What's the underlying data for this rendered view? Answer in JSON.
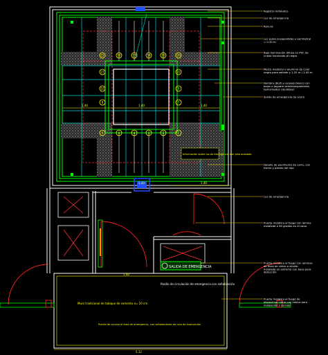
{
  "drawing": {
    "callouts": [
      "Registro hidráulico",
      "Luz de emergencia",
      "Ranura",
      "Luz pulso (suspendida) y perimetral = 0.30 m",
      "Bajo iluminación difusa en PVC de cristal iluminado al negro",
      "Marco metálico o aluminio de color negro para sellado y 1.25 m / 2.40 m",
      "Nombre (Bolt) y azulejo blanco con bajos o jaguare semitransparentes texturizados Liquidaser",
      "Salida de emergencia de acero",
      "Detalle de pavimento de carro, con tramo y piezas del rojo",
      "Luz de emergencia",
      "Puerta metálica al fuego con lamina instalada a 90 grados en el vano",
      "Puerta metálica al fuego con laminas de fibra de vidrio o similar instalada en extremo con base para detección",
      "Puerta metálica al fuego de dispositivo vidrio con marco para instalación y cerrojo"
    ],
    "dimensions": {
      "left_dim": "1.40",
      "center_dim": "1.40",
      "right_dim": "1.40",
      "lower_dim": "1.40",
      "mid_dim": "1.40",
      "door_dim": "1.40",
      "bottom_dim": "5.12"
    },
    "labels": {
      "zone_note": "Información sobre luz de emergencia con piso acabado",
      "room_note": "Muro tradicional de tabique de cemento e= 20 cm",
      "corridor_note": "Pasillo de circulación de emergencia con señalización",
      "exit_sign": "SALIDA DE EMERGENCIA",
      "bottom_note": "Puerta de acceso al área de emergencia, con señalamiento de ruta de evacuación"
    },
    "grid_numbers": [
      "15",
      "16",
      "17",
      "18",
      "19",
      "20",
      "21",
      "22",
      "10",
      "9",
      "8",
      "7",
      "6",
      "5",
      "4",
      "3",
      "2",
      "1"
    ],
    "colors": {
      "background": "#000000",
      "wall": "#ffffff",
      "hatch": "#7a7a7a",
      "green": "#00ff00",
      "cyan": "#00d8d8",
      "red": "#ff2020",
      "yellow": "#ffff00",
      "blue": "#3060ff",
      "leader": "#ffd800"
    }
  }
}
